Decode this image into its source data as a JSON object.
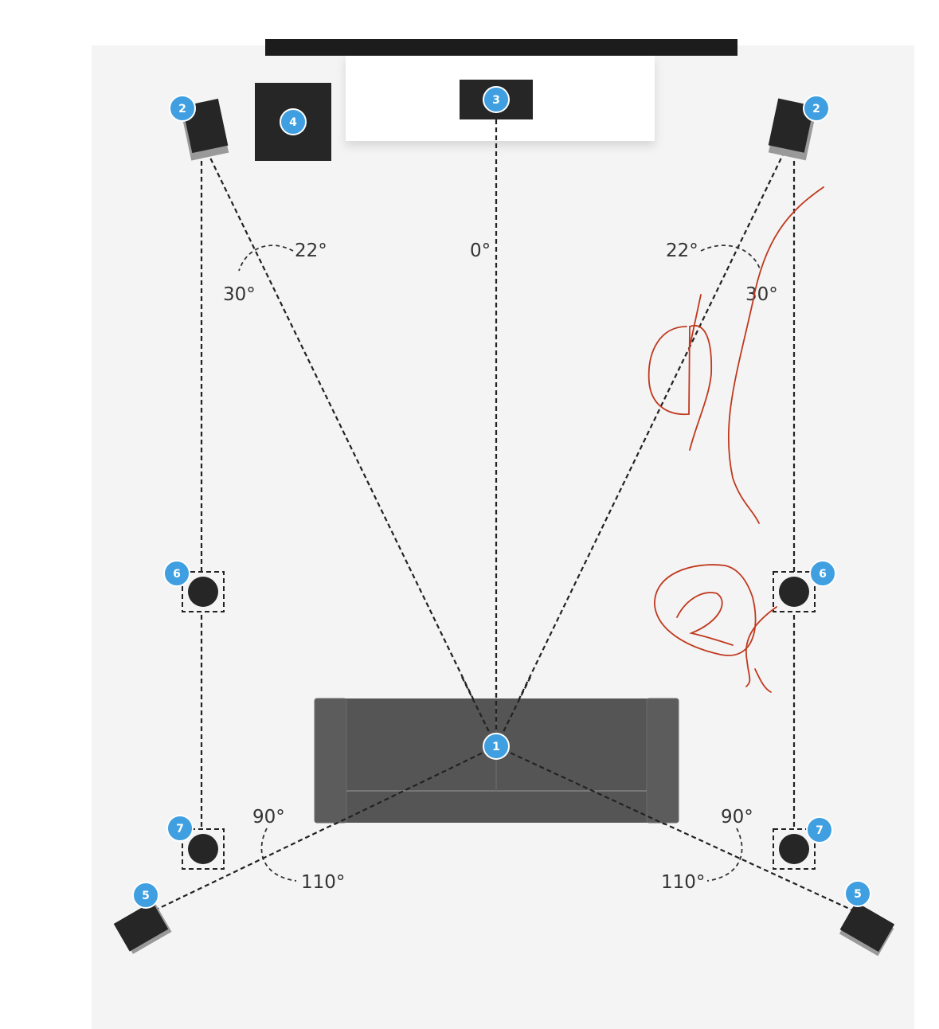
{
  "speakers": {
    "listener": "1",
    "front_left": "2",
    "front_right": "2",
    "center": "3",
    "subwoofer": "4",
    "surround_left": "5",
    "surround_right": "5",
    "side_left": "6",
    "side_right": "6",
    "rear_left": "7",
    "rear_right": "7"
  },
  "angles": {
    "center": "0°",
    "front_left_inner": "22°",
    "front_left_outer": "30°",
    "front_right_inner": "22°",
    "front_right_outer": "30°",
    "surround_left_inner": "90°",
    "surround_left_outer": "110°",
    "surround_right_inner": "90°",
    "surround_right_outer": "110°"
  },
  "colors": {
    "badge": "#3f9fe0",
    "annotation_ink": "#c0391e",
    "sofa": "#555555"
  }
}
